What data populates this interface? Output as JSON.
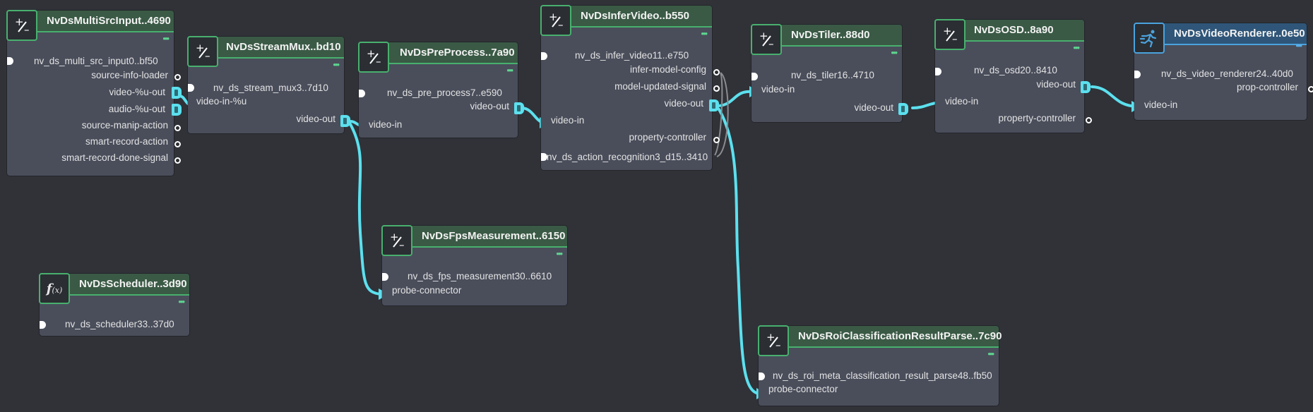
{
  "graph": {
    "nodes": {
      "multisrc": {
        "title": "NvDsMultiSrcInput..4690",
        "instance": "nv_ds_multi_src_input0..bf50",
        "ports": [
          "source-info-loader",
          "video-%u-out",
          "audio-%u-out",
          "source-manip-action",
          "smart-record-action",
          "smart-record-done-signal"
        ]
      },
      "streammux": {
        "title": "NvDsStreamMux..bd10",
        "instance": "nv_ds_stream_mux3..7d10",
        "ports": [
          "video-in-%u",
          "video-out"
        ]
      },
      "preprocess": {
        "title": "NvDsPreProcess..7a90",
        "instance": "nv_ds_pre_process7..e590",
        "ports": [
          "video-out",
          "video-in"
        ]
      },
      "infer": {
        "title": "NvDsInferVideo..b550",
        "instance": "nv_ds_infer_video11..e750",
        "ports": [
          "infer-model-config",
          "model-updated-signal",
          "video-out",
          "video-in",
          "property-controller"
        ],
        "extra": "nv_ds_action_recognition3_d15..3410"
      },
      "tiler": {
        "title": "NvDsTiler..88d0",
        "instance": "nv_ds_tiler16..4710",
        "ports": [
          "video-in",
          "video-out"
        ]
      },
      "osd": {
        "title": "NvDsOSD..8a90",
        "instance": "nv_ds_osd20..8410",
        "ports": [
          "video-out",
          "video-in",
          "property-controller"
        ]
      },
      "renderer": {
        "title": "NvDsVideoRenderer..0e50",
        "instance": "nv_ds_video_renderer24..40d0",
        "ports": [
          "prop-controller",
          "video-in"
        ]
      },
      "fps": {
        "title": "NvDsFpsMeasurement..6150",
        "instance": "nv_ds_fps_measurement30..6610",
        "ports": [
          "probe-connector"
        ]
      },
      "scheduler": {
        "title": "NvDsScheduler..3d90",
        "instance": "nv_ds_scheduler33..37d0"
      },
      "roi": {
        "title": "NvDsRoiClassificationResultParse..7c90",
        "instance": "nv_ds_roi_meta_classification_result_parse48..fb50",
        "ports": [
          "probe-connector"
        ]
      }
    },
    "colors": {
      "canvas": "#303238",
      "node_body": "#4a4e5b",
      "header_green": "#3a5a45",
      "header_blue": "#2f5679",
      "accent_green": "#48b06e",
      "accent_blue": "#4aa3de",
      "connection": "#5ce0ee"
    },
    "icons": {
      "component": "plus-minus-icon",
      "scheduler": "function-icon",
      "renderer": "running-person-icon"
    }
  }
}
